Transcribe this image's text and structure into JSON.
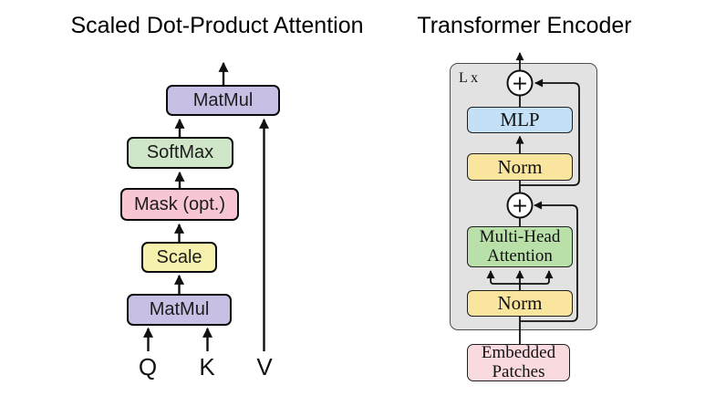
{
  "page": {
    "background": "#ffffff"
  },
  "left_diagram": {
    "title": "Scaled Dot-Product Attention",
    "boxes": {
      "matmul_top": "MatMul",
      "softmax": "SoftMax",
      "mask": "Mask (opt.)",
      "scale": "Scale",
      "matmul_bottom": "MatMul"
    },
    "inputs": {
      "q": "Q",
      "k": "K",
      "v": "V"
    },
    "colors": {
      "matmul": "#c8c0e4",
      "softmax": "#cfe6c8",
      "mask": "#f7c6d2",
      "scale": "#f6f1ac"
    }
  },
  "right_diagram": {
    "title": "Transformer Encoder",
    "loop_label": "L x",
    "plus_symbol": "+",
    "boxes": {
      "mlp": "MLP",
      "norm_top": "Norm",
      "mha_line1": "Multi-Head",
      "mha_line2": "Attention",
      "norm_bottom": "Norm",
      "embedded_line1": "Embedded",
      "embedded_line2": "Patches"
    },
    "colors": {
      "mlp": "#c3e0f6",
      "norm": "#fae59e",
      "attention": "#b8e0a8",
      "embedded": "#f9dade",
      "container": "#e2e2e2"
    }
  }
}
